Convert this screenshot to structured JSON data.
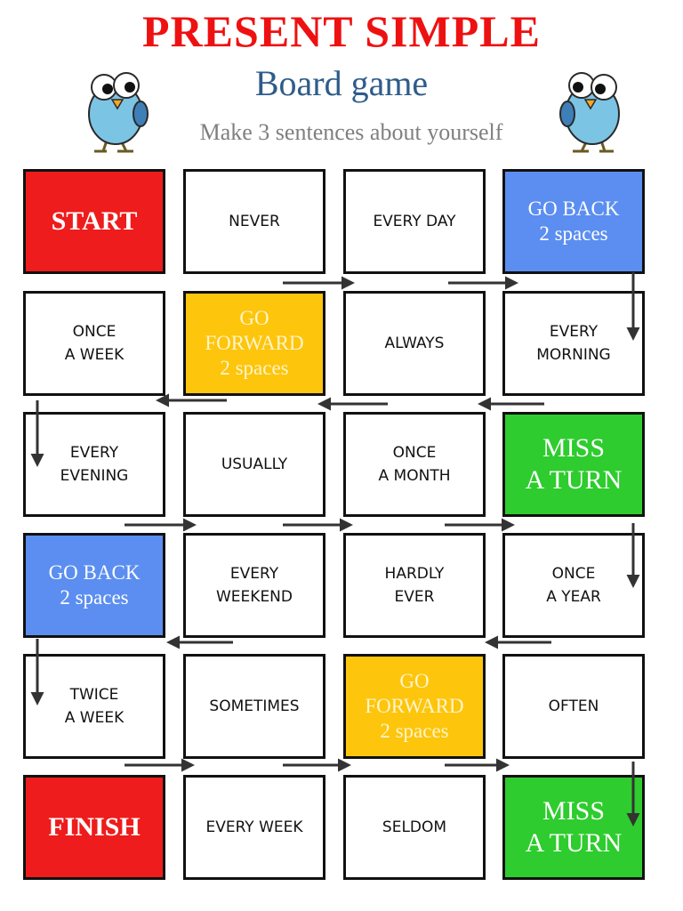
{
  "header": {
    "title": "PRESENT SIMPLE",
    "subtitle": "Board game",
    "instruction": "Make 3 sentences about yourself"
  },
  "colors": {
    "title": "#ee1111",
    "subtitle": "#2e5c8a",
    "start_finish": "#ee1c1c",
    "go_back": "#5b8ef0",
    "go_forward": "#fdc50c",
    "miss_a_turn": "#2ecc2e"
  },
  "board": {
    "rows": [
      [
        {
          "label": "START",
          "kind": "red"
        },
        {
          "label": "NEVER",
          "kind": "white"
        },
        {
          "label": "EVERY DAY",
          "kind": "white"
        },
        {
          "label": "GO BACK\n2 spaces",
          "kind": "blue"
        }
      ],
      [
        {
          "label": "ONCE\nA WEEK",
          "kind": "white"
        },
        {
          "label": "GO\nFORWARD\n2 spaces",
          "kind": "yellow"
        },
        {
          "label": "ALWAYS",
          "kind": "white"
        },
        {
          "label": "EVERY\nMORNING",
          "kind": "white"
        }
      ],
      [
        {
          "label": "EVERY\nEVENING",
          "kind": "white"
        },
        {
          "label": "USUALLY",
          "kind": "white"
        },
        {
          "label": "ONCE\nA MONTH",
          "kind": "white"
        },
        {
          "label": "MISS\nA TURN",
          "kind": "green"
        }
      ],
      [
        {
          "label": "GO BACK\n2 spaces",
          "kind": "blue"
        },
        {
          "label": "EVERY\nWEEKEND",
          "kind": "white"
        },
        {
          "label": "HARDLY\nEVER",
          "kind": "white"
        },
        {
          "label": "ONCE\nA YEAR",
          "kind": "white"
        }
      ],
      [
        {
          "label": "TWICE\nA WEEK",
          "kind": "white"
        },
        {
          "label": "SOMETIMES",
          "kind": "white"
        },
        {
          "label": "GO\nFORWARD\n2 spaces",
          "kind": "yellow"
        },
        {
          "label": "OFTEN",
          "kind": "white"
        }
      ],
      [
        {
          "label": "FINISH",
          "kind": "red"
        },
        {
          "label": "EVERY WEEK",
          "kind": "white"
        },
        {
          "label": "SELDOM",
          "kind": "white"
        },
        {
          "label": "MISS\nA TURN",
          "kind": "green"
        }
      ]
    ]
  }
}
